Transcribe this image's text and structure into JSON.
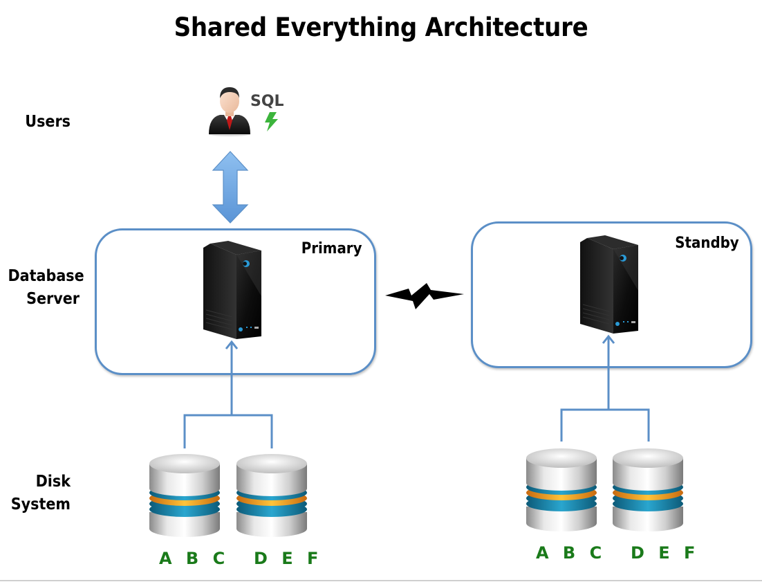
{
  "title": "Shared Everything Architecture",
  "tiers": {
    "users": "Users",
    "database_server_line1": "Database",
    "database_server_line2": "Server",
    "disk_line1": "Disk",
    "disk_line2": "System"
  },
  "user_icon": {
    "badge_text": "SQL",
    "icon": "businessman-icon",
    "badge_icon": "lightning-bolt-icon"
  },
  "nodes": [
    {
      "label": "Primary",
      "icon": "server-tower-icon",
      "disks": [
        {
          "label": "A B C"
        },
        {
          "label": "D E F"
        }
      ]
    },
    {
      "label": "Standby",
      "icon": "server-tower-icon",
      "disks": [
        {
          "label": "A B C"
        },
        {
          "label": "D E F"
        }
      ]
    }
  ],
  "link": {
    "icon": "lightning-link-icon",
    "meaning": "replication between primary and standby"
  },
  "colors": {
    "box_border": "#5b8fc7",
    "connector": "#5b8fc7",
    "arrow_fill": "#6fa6e0",
    "disk_label": "#1a7a1a",
    "sql_bolt": "#3cb43c"
  }
}
